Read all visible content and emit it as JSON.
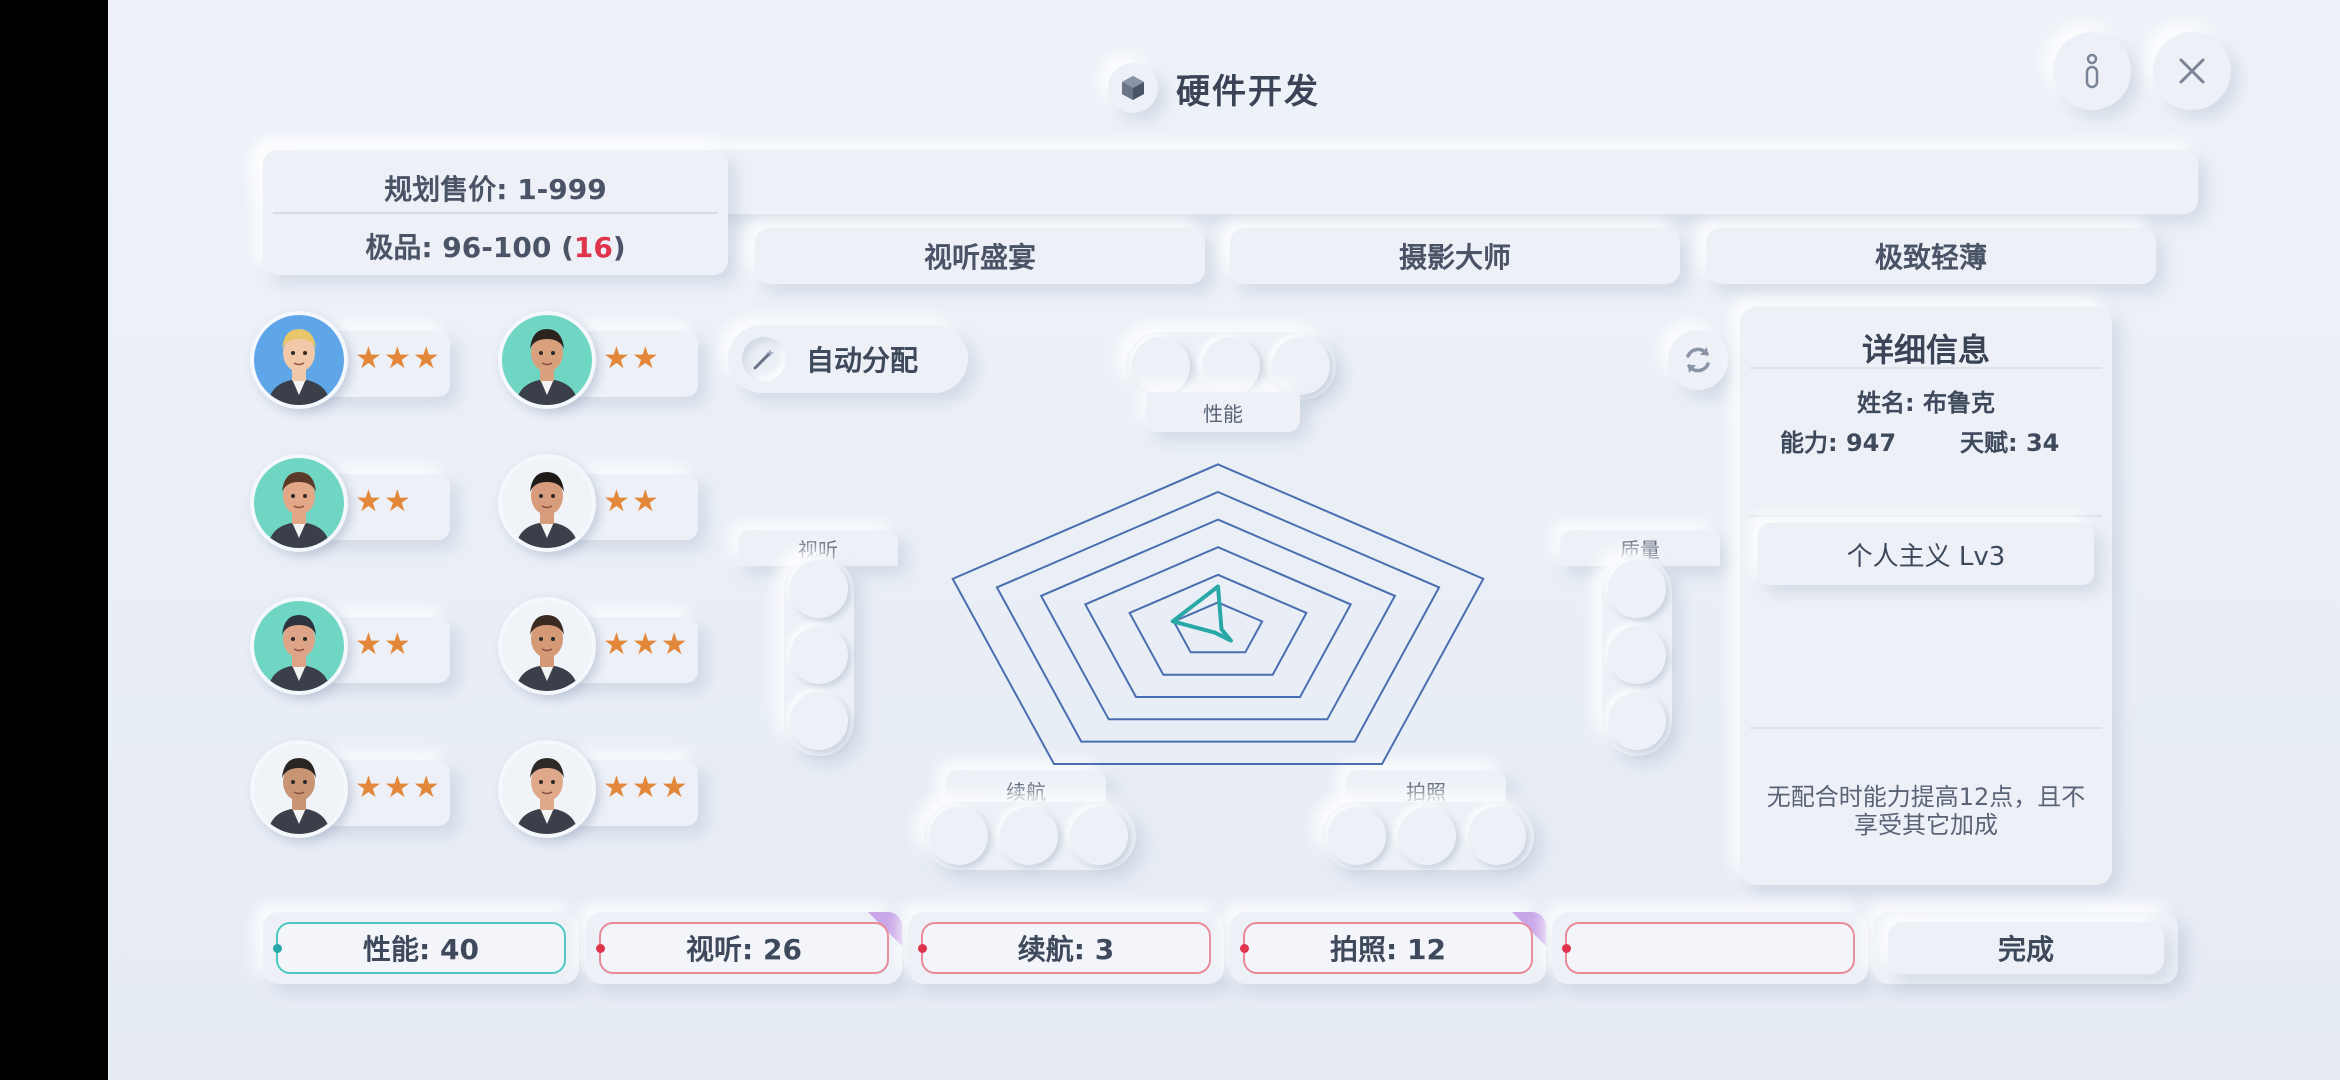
{
  "header": {
    "title": "硬件开发",
    "info_icon": "info-icon",
    "close_icon": "close-icon",
    "title_icon": "cube-icon"
  },
  "planning": {
    "price_label": "规划售价: 1-999",
    "quality_prefix": "极品: 96-100 (",
    "quality_count": "16",
    "quality_suffix": ")"
  },
  "tabs": [
    "视听盛宴",
    "摄影大师",
    "极致轻薄"
  ],
  "auto_assign": "自动分配",
  "staff": [
    {
      "stars": "★★★",
      "skin": "#f2c9a8",
      "hair": "#e8c66a",
      "bg": "#5fa6e8"
    },
    {
      "stars": "★★",
      "skin": "#d9a07e",
      "hair": "#2a2320",
      "bg": "#6fd6c4"
    },
    {
      "stars": "★★",
      "skin": "#e2a786",
      "hair": "#5a3a26",
      "bg": "#6fd6c4"
    },
    {
      "stars": "★★",
      "skin": "#d69c7c",
      "hair": "#1e1a18",
      "bg": "#f0f3f8"
    },
    {
      "stars": "★★",
      "skin": "#dea488",
      "hair": "#2c3440",
      "bg": "#6fd6c4"
    },
    {
      "stars": "★★★",
      "skin": "#d49a78",
      "hair": "#3a2a22",
      "bg": "#f0f3f8"
    },
    {
      "stars": "★★★",
      "skin": "#c89474",
      "hair": "#2a2522",
      "bg": "#f0f3f8"
    },
    {
      "stars": "★★★",
      "skin": "#e0a88a",
      "hair": "#2e2a28",
      "bg": "#f0f3f8"
    }
  ],
  "radar": {
    "axes": [
      "性能",
      "质量",
      "拍照",
      "续航",
      "视听"
    ],
    "colors": {
      "grid": "#4a6fb0",
      "value": "#2aa8a8"
    }
  },
  "detail": {
    "title": "详细信息",
    "name": "姓名: 布鲁克",
    "ability": "能力: 947",
    "talent": "天赋: 34",
    "trait": "个人主义  Lv3",
    "description": "无配合时能力提高12点，且不享受其它加成"
  },
  "stats": [
    {
      "label": "性能: 40",
      "color": "#4cc8c0"
    },
    {
      "label": "视听: 26",
      "color": "#e88a98"
    },
    {
      "label": "续航: 3",
      "color": "#e88a98"
    },
    {
      "label": "拍照: 12",
      "color": "#e88a98"
    },
    {
      "label": "",
      "color": "#e88a98"
    }
  ],
  "done_label": "完成"
}
